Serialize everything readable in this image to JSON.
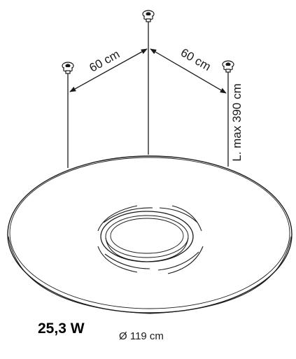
{
  "labels": {
    "left_span": "60 cm",
    "right_span": "60 cm",
    "cable_length": "L. max 390 cm",
    "power": "25,3 W",
    "diameter": "Ø 119 cm"
  },
  "colors": {
    "stroke": "#1a1a1a",
    "disc_fill": "#ffffff",
    "text": "#1a1a1a"
  },
  "icons": {
    "anchor": "ceiling-anchor-icon"
  }
}
